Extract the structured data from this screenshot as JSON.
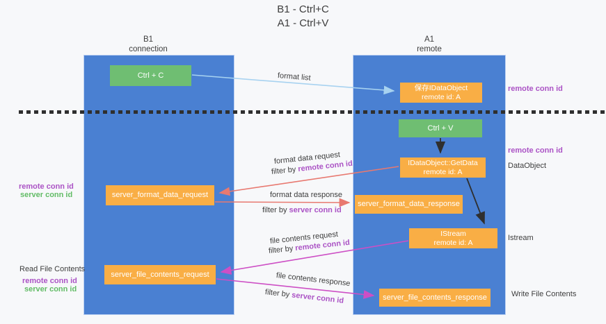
{
  "colors": {
    "bg": "#f7f8fa",
    "column_blue": "#4a80d2",
    "box_green": "#6fbe72",
    "box_orange": "#f9ae45",
    "arrow_black": "#2f2f2f",
    "arrow_salmon": "#e87970",
    "arrow_magenta": "#cd4fc5",
    "arrow_lightblue": "#a7d2f0",
    "text_purple": "#ab53c5",
    "text_green": "#62bc66",
    "text_dark": "#3d3d3d"
  },
  "title": {
    "line1": "B1 - Ctrl+C",
    "line2": "A1 - Ctrl+V"
  },
  "lifelines": {
    "left": {
      "name": "B1",
      "role": "connection"
    },
    "right": {
      "name": "A1",
      "role": "remote"
    }
  },
  "nodes": {
    "ctrl_c": "Ctrl + C",
    "ctrl_v": "Ctrl + V",
    "save_dataobject": {
      "line1": "保存IDataObject",
      "line2": "remote id: A"
    },
    "getdata": {
      "line1": "IDataObject::GetData",
      "line2": "remote id: A"
    },
    "istream": {
      "line1": "IStream",
      "line2": "remote id: A"
    },
    "format_request": "server_format_data_request",
    "format_response": "server_format_data_response",
    "file_request": "server_file_contents_request",
    "file_response": "server_file_contents_response"
  },
  "edge_labels": {
    "format_list": "format list",
    "format_data_request": "format data request",
    "format_data_response": "format data response",
    "file_contents_request": "file contents request",
    "file_contents_response": "file contents response",
    "filter_by": "filter by ",
    "remote_conn_id": "remote conn id",
    "server_conn_id": "server conn id"
  },
  "side_labels": {
    "left_remote_1": "remote conn id",
    "left_server_1": "server conn id",
    "read_file_contents": "Read File Contents",
    "left_remote_2": "remote conn id",
    "left_server_2": "server conn id",
    "right_remote_1": "remote conn id",
    "right_remote_2": "remote conn id",
    "dataobject": "DataObject",
    "istream": "Istream",
    "write_file_contents": "Write File Contents"
  }
}
